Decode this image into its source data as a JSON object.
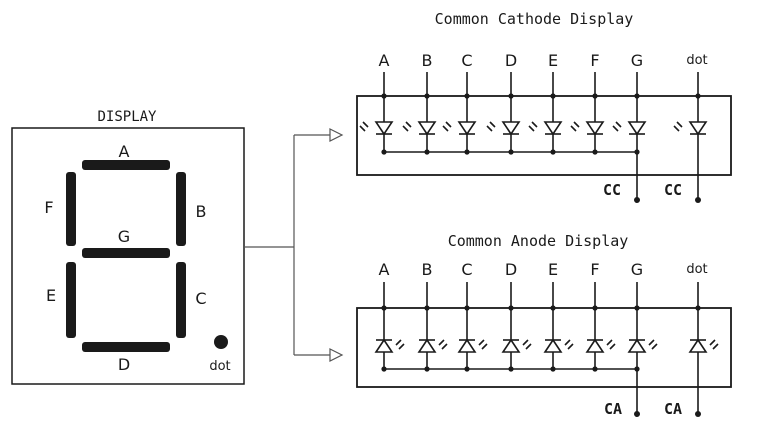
{
  "display": {
    "title": "DISPLAY",
    "segments": [
      "A",
      "B",
      "C",
      "D",
      "E",
      "F",
      "G"
    ],
    "dot_label": "dot"
  },
  "cathode": {
    "title": "Common Cathode Display",
    "pins": [
      "A",
      "B",
      "C",
      "D",
      "E",
      "F",
      "G"
    ],
    "dot_pin": "dot",
    "common_label": "CC",
    "common_label_2": "CC"
  },
  "anode": {
    "title": "Common Anode Display",
    "pins": [
      "A",
      "B",
      "C",
      "D",
      "E",
      "F",
      "G"
    ],
    "dot_pin": "dot",
    "common_label": "CA",
    "common_label_2": "CA"
  }
}
